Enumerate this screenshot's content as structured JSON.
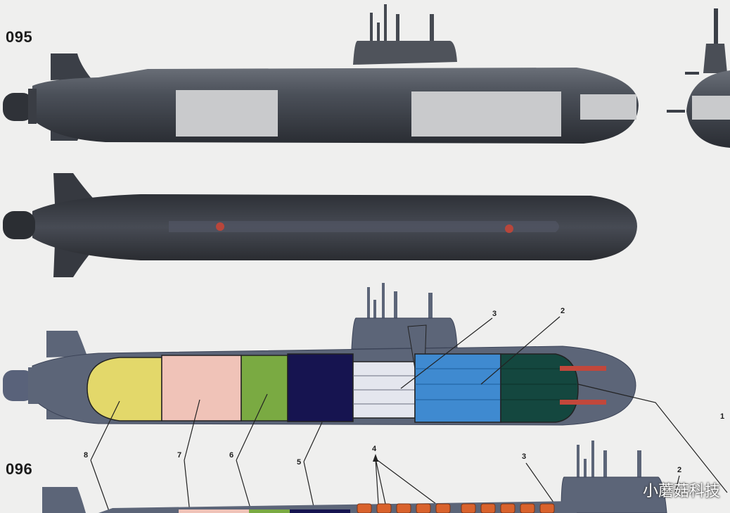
{
  "labels": {
    "sub_095": "095",
    "sub_096": "096",
    "callout_1": "1",
    "callout_2": "2",
    "callout_3": "3",
    "callout_4": "4",
    "callout_5": "5",
    "callout_6": "6",
    "callout_7": "7",
    "callout_8": "8",
    "callout_3b": "3",
    "callout_2b": "2"
  },
  "watermark": "小蘑菇科技",
  "colors": {
    "background": "#efefee",
    "hull_dark": "#3c4049",
    "hull_diagram": "#5c6578",
    "panel_grey": "#c9cacc",
    "section_yellow": "#e3d86a",
    "section_pink": "#f0c3b8",
    "section_green": "#7aaa42",
    "section_navy": "#161450",
    "section_white": "#e4e6ee",
    "section_blue": "#3f8ad0",
    "section_teal": "#14473f",
    "torpedo_red": "#c2473b",
    "vls_orange": "#d9622c"
  }
}
